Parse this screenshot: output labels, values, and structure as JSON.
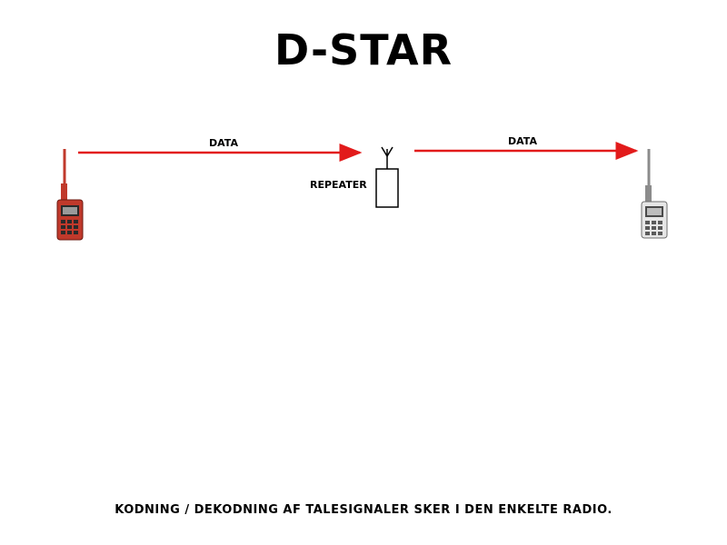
{
  "title": "D-STAR",
  "labels": {
    "data_left": "DATA",
    "data_right": "DATA",
    "repeater": "REPEATER"
  },
  "footer": "KODNING / DEKODNING AF TALESIGNALER SKER I DEN ENKELTE RADIO.",
  "colors": {
    "arrow": "#e21b1b",
    "radio_tx": "#c0392b",
    "radio_rx": "#8c8c8c",
    "text": "#000000"
  },
  "icons": [
    "radio-transmitter-icon",
    "repeater-antenna-icon",
    "radio-receiver-icon"
  ]
}
